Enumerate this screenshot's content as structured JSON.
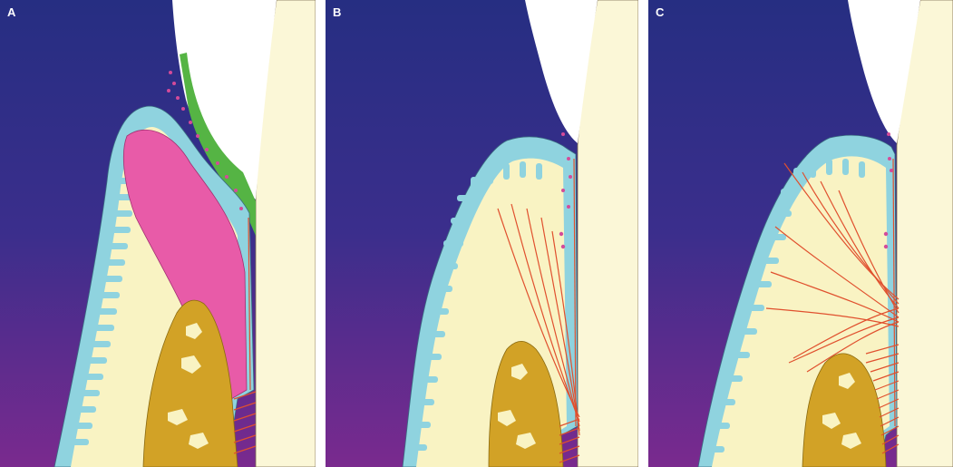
{
  "panels": [
    {
      "label": "A"
    },
    {
      "label": "B"
    },
    {
      "label": "C"
    }
  ],
  "colors": {
    "background_top": "#262e82",
    "background_bottom": "#7a2a8e",
    "enamel": "#ffffff",
    "root_dentin": "#fbf7d7",
    "connective_tissue": "#f9f3c3",
    "epithelium": "#8fd3df",
    "inflamed_tissue": "#e85ba8",
    "plaque_biofilm": "#55b444",
    "bone": "#d2a226",
    "collagen_fibers": "#e0502e",
    "bacteria_dots": "#d44b9a"
  }
}
